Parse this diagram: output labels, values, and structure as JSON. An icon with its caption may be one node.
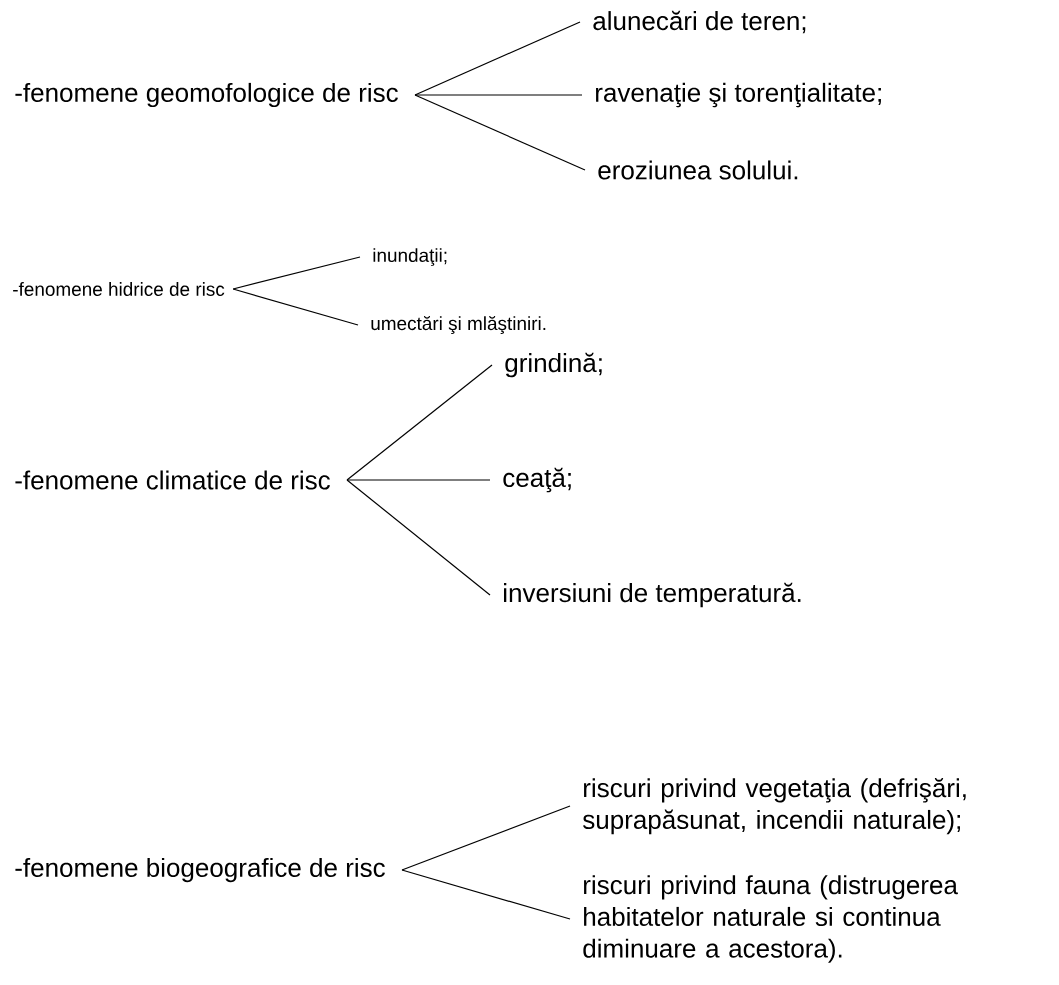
{
  "diagram": {
    "nodes": [
      {
        "text": [
          "-fenomene geomofologice de risc"
        ]
      },
      {
        "text": [
          "alunecări de teren;"
        ]
      },
      {
        "text": [
          "ravenaţie şi torenţialitate;"
        ]
      },
      {
        "text": [
          "eroziunea solului."
        ]
      },
      {
        "text": [
          "-fenomene hidrice de risc"
        ]
      },
      {
        "text": [
          "inundaţii;"
        ]
      },
      {
        "text": [
          "umectări şi mlăştiniri."
        ]
      },
      {
        "text": [
          "-fenomene climatice de risc"
        ]
      },
      {
        "text": [
          "grindină;"
        ]
      },
      {
        "text": [
          "ceaţă;"
        ]
      },
      {
        "text": [
          "inversiuni de temperatură."
        ]
      },
      {
        "text": [
          "-fenomene biogeografice de risc"
        ]
      },
      {
        "text": [
          "riscuri privind vegetaţia (defrişări, suprapăsunat, incendii naturale);"
        ]
      },
      {
        "text": [
          "riscuri privind fauna (distrugerea habitatelor naturale si continua diminuare a acestora)."
        ]
      }
    ],
    "edges": [
      {
        "from": 0,
        "to": 1,
        "arrow": "none"
      },
      {
        "from": 0,
        "to": 2,
        "arrow": "none"
      },
      {
        "from": 0,
        "to": 3,
        "arrow": "none"
      },
      {
        "from": 4,
        "to": 5,
        "arrow": "none"
      },
      {
        "from": 4,
        "to": 6,
        "arrow": "none"
      },
      {
        "from": 7,
        "to": 8,
        "arrow": "none"
      },
      {
        "from": 7,
        "to": 9,
        "arrow": "none"
      },
      {
        "from": 7,
        "to": 10,
        "arrow": "none"
      },
      {
        "from": 11,
        "to": 12,
        "arrow": "none"
      },
      {
        "from": 11,
        "to": 13,
        "arrow": "none"
      }
    ]
  }
}
